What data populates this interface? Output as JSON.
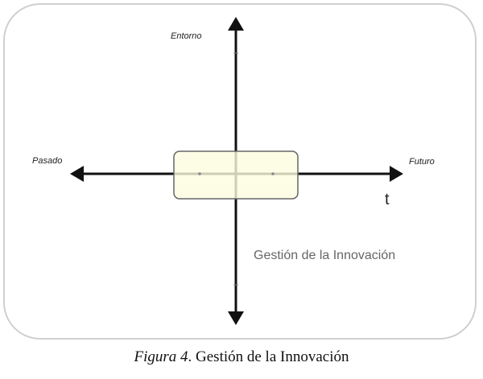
{
  "diagram": {
    "top_label": "Entorno",
    "left_label": "Pasado",
    "right_label": "Futuro",
    "time_symbol": "t",
    "note": "Gestión de la Innovación",
    "highlight_fill": "#fdfde0",
    "highlight_stroke": "#666666",
    "axis_color": "#111111"
  },
  "caption": {
    "label": "Figura 4",
    "text": ". Gestión de la Innovación"
  }
}
